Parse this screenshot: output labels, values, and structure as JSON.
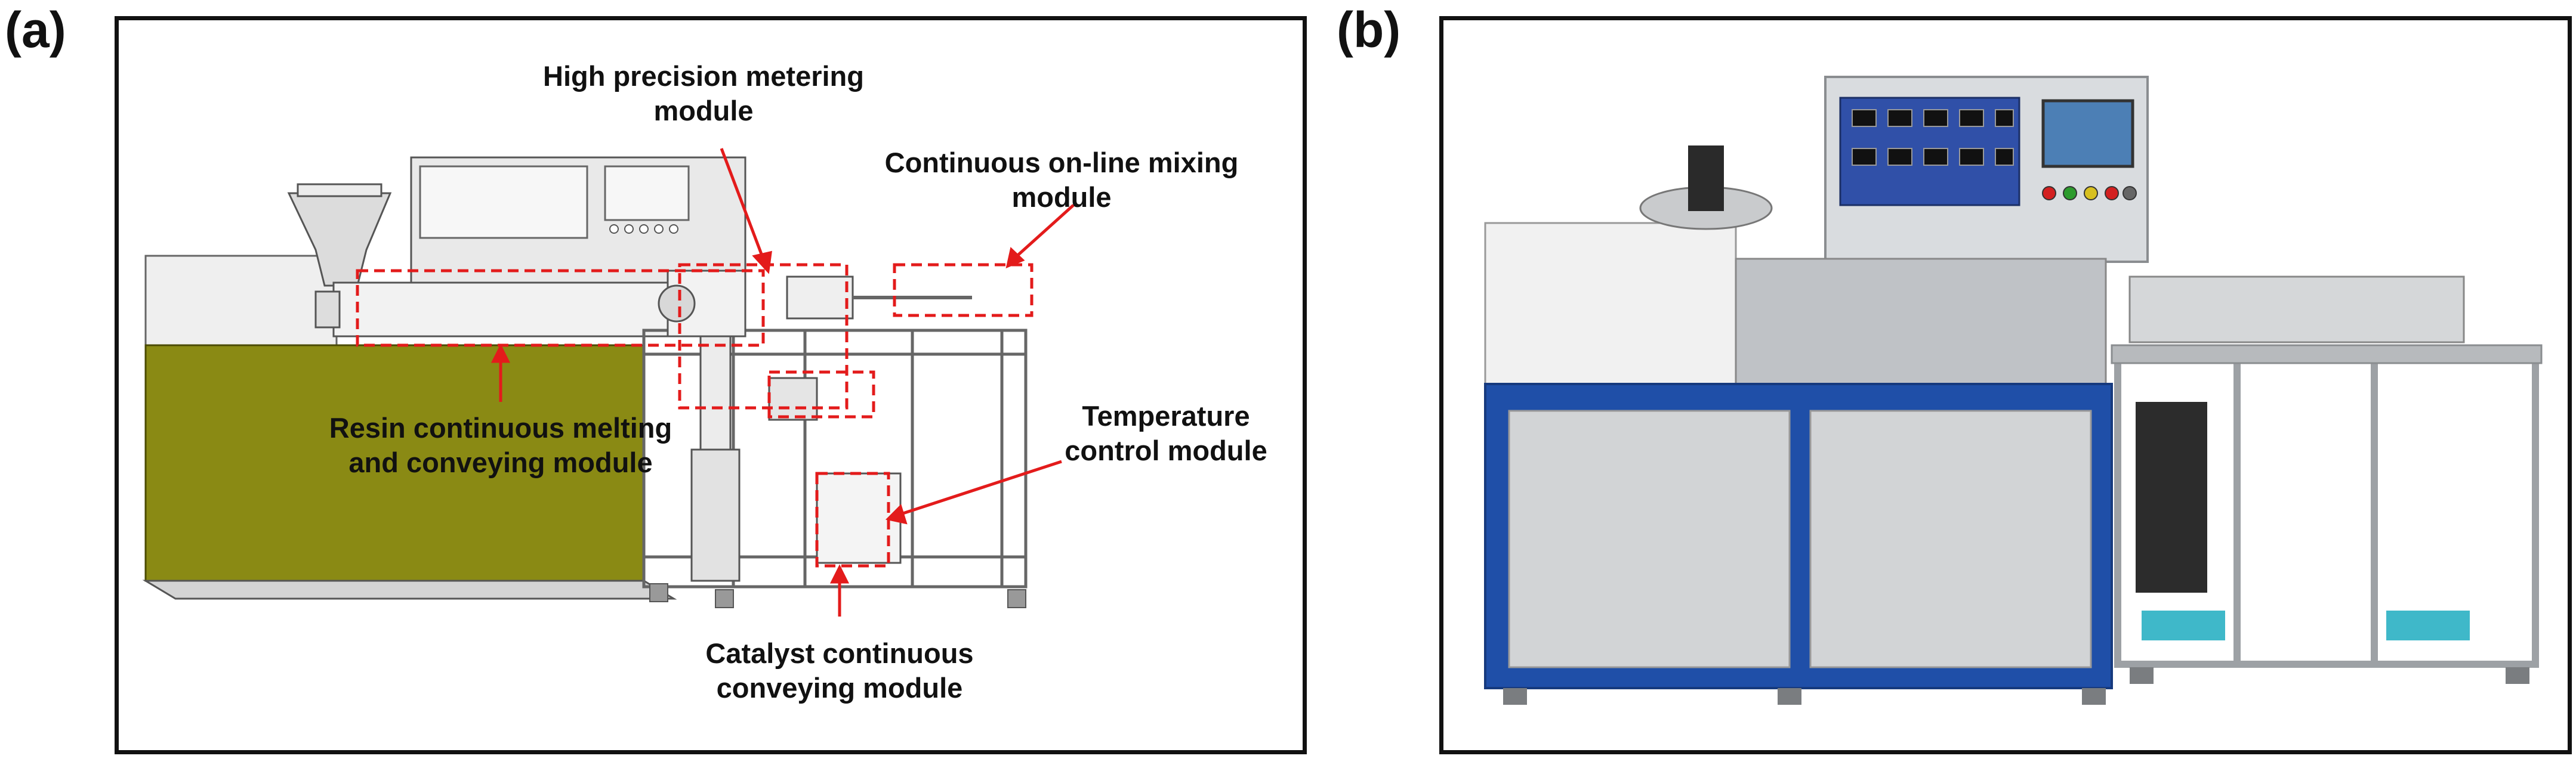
{
  "panels": [
    {
      "label": "(a)",
      "annotations": {
        "metering": [
          "High precision metering",
          "module"
        ],
        "mixing": [
          "Continuous on-line mixing",
          "module"
        ],
        "resin": [
          "Resin continuous melting",
          "and conveying module"
        ],
        "temperature": [
          "Temperature",
          "control module"
        ],
        "catalyst": [
          "Catalyst continuous",
          "conveying module"
        ]
      }
    },
    {
      "label": "(b)"
    }
  ],
  "colors": {
    "callout": "#e31b1b",
    "base_olive": "#8a8a14",
    "machine_blue": "#1f4fa8",
    "steel": "#b9bcc0"
  }
}
